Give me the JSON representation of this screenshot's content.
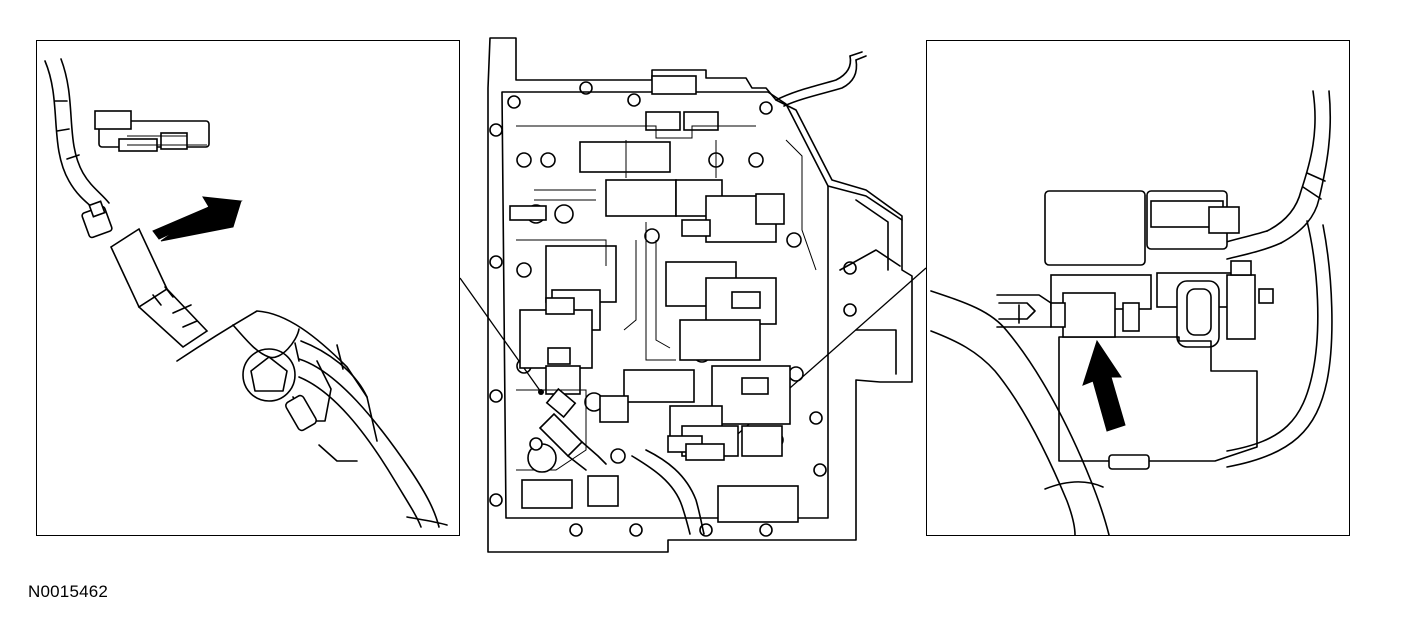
{
  "figure": {
    "id": "N0015462"
  },
  "panels": [
    {
      "key": "left",
      "content": "connector-disconnect-detail"
    },
    {
      "key": "center",
      "content": "main-control-valve-body"
    },
    {
      "key": "right",
      "content": "connector-disconnect-detail"
    }
  ],
  "colors": {
    "line": "#000000",
    "background": "#ffffff"
  }
}
